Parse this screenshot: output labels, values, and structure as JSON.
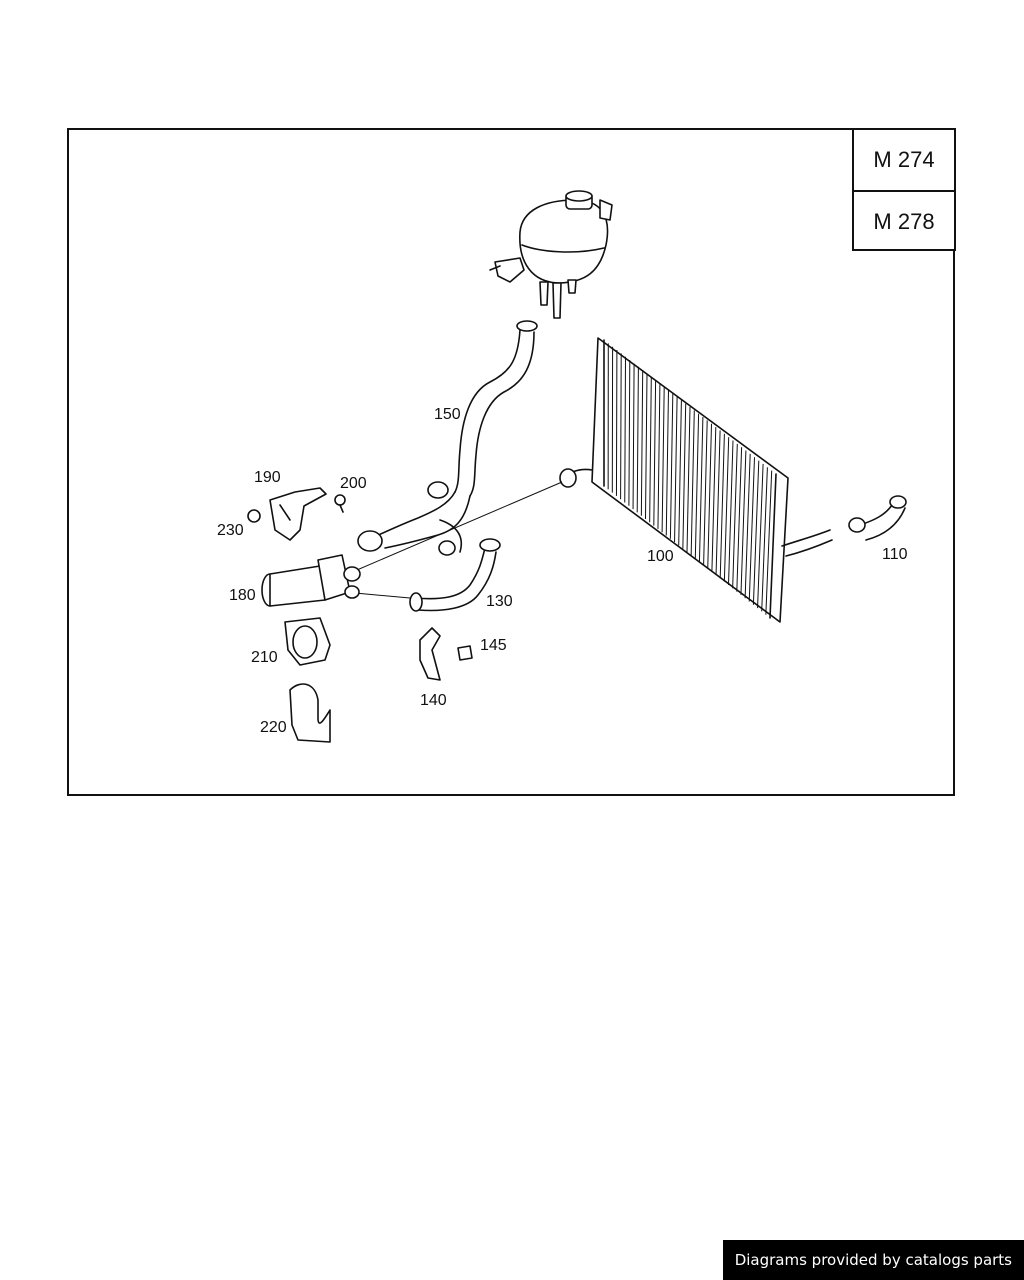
{
  "engine_variants": [
    "M 274",
    "M 278"
  ],
  "part_labels": {
    "p100": "100",
    "p110": "110",
    "p130": "130",
    "p140": "140",
    "p145": "145",
    "p150": "150",
    "p180": "180",
    "p190": "190",
    "p200": "200",
    "p210": "210",
    "p220": "220",
    "p230": "230"
  },
  "credit": "Diagrams provided by catalogs parts"
}
